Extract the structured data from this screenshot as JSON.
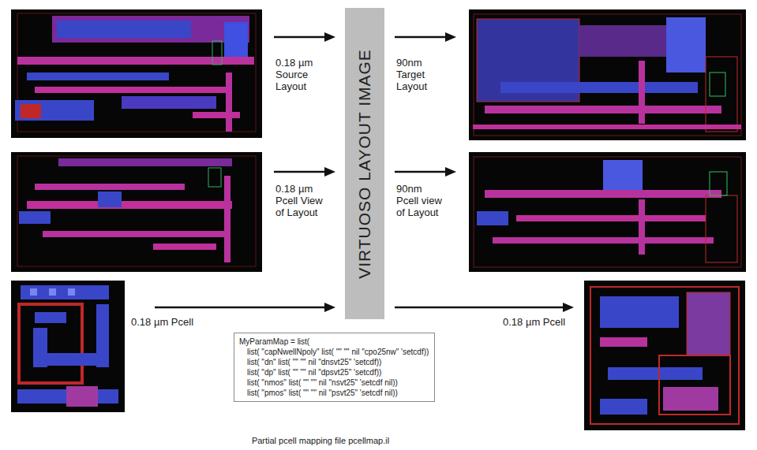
{
  "diagram": {
    "caption": "Partial pcell mapping file pcellmap.il",
    "nodes": [
      {
        "text": [
          "VIRTUOSO LAYOUT IMAGE"
        ]
      },
      {
        "text": [
          "MyParamMap = list(",
          "list( \"capNwellNpoly\" list( \"\" \"\" nil \"cpo25nw\" 'setcdf))",
          "list( \"dn\" list( \"\" \"\" nil \"dnsvt25\" 'setcdf))",
          "list( \"dp\" list( \"\" \"\" nil \"dpsvt25\" 'setcdf))",
          "list( \"nmos\" list( \"\" \"\" nil \"nsvt25\" 'setcdf nil))",
          "list( \"pmos\" list( \"\" \"\" nil \"psvt25\" 'setcdf nil))"
        ]
      }
    ],
    "edges": [],
    "labels": [
      "0.18 µm Source Layout",
      "90nm Target Layout",
      "0.18 µm Pcell View of Layout",
      "90nm Pcell view of Layout",
      "0.18 µm Pcell",
      "0.18 µm Pcell"
    ]
  }
}
